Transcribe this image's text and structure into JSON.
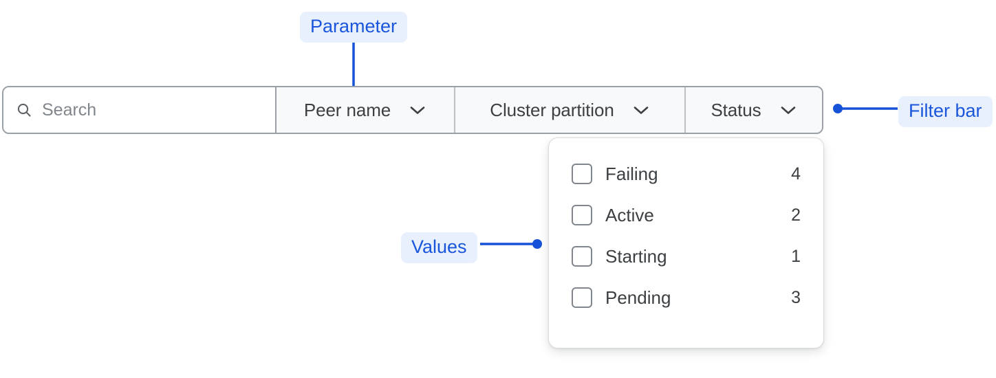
{
  "search": {
    "placeholder": "Search",
    "value": "",
    "icon": "search-icon"
  },
  "filter_bar": {
    "segments": [
      {
        "label": "Peer name",
        "icon": "chevron-down-icon"
      },
      {
        "label": "Cluster partition",
        "icon": "chevron-down-icon"
      },
      {
        "label": "Status",
        "icon": "chevron-down-icon"
      }
    ]
  },
  "dropdown": {
    "open_for": "Status",
    "options": [
      {
        "label": "Failing",
        "count": "4",
        "checked": false
      },
      {
        "label": "Active",
        "count": "2",
        "checked": false
      },
      {
        "label": "Starting",
        "count": "1",
        "checked": false
      },
      {
        "label": "Pending",
        "count": "3",
        "checked": false
      }
    ]
  },
  "annotations": [
    {
      "label": "Parameter",
      "target": "peer-name-segment"
    },
    {
      "label": "Filter bar",
      "target": "filter-bar"
    },
    {
      "label": "Values",
      "target": "dropdown-options"
    }
  ],
  "colors": {
    "annotation_text": "#1a56db",
    "annotation_pill_bg": "#e8f0fe",
    "leader_line": "#1552d8",
    "bar_border": "#9aa0a6",
    "segment_bg": "#f8f9fa",
    "text": "#3c4043",
    "placeholder": "#80868b",
    "panel_border": "#dadce0"
  }
}
